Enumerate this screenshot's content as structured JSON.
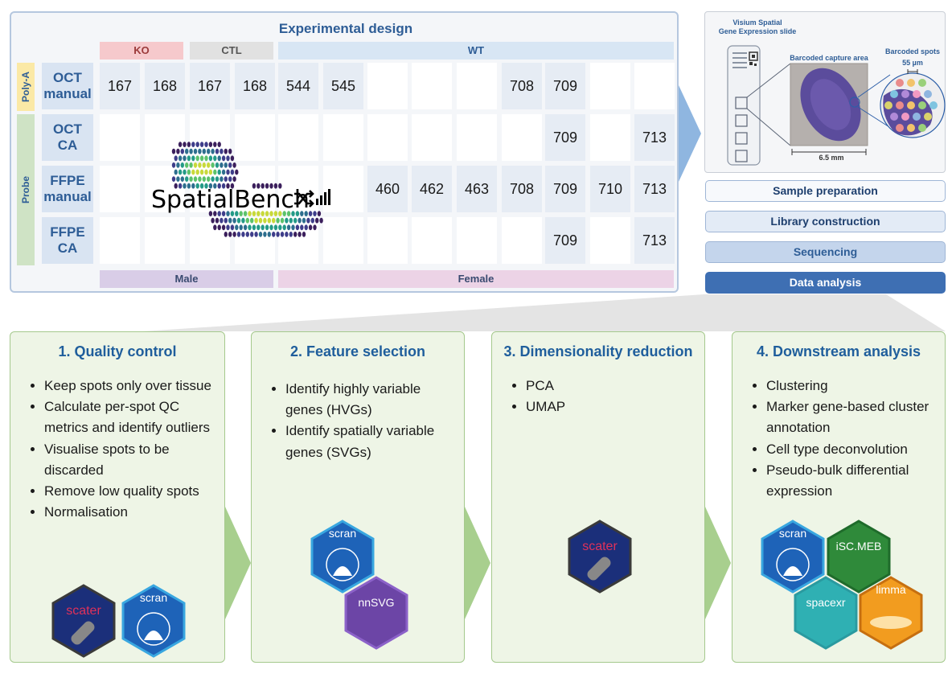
{
  "design": {
    "title": "Experimental design",
    "groups": {
      "ko": "KO",
      "ctl": "CTL",
      "wt": "WT"
    },
    "side": {
      "polya": "Poly-A",
      "probe": "Probe"
    },
    "rows": [
      {
        "label1": "OCT",
        "label2": "manual",
        "cells": [
          "167",
          "168",
          "167",
          "168",
          "544",
          "545",
          "",
          "",
          "",
          "708",
          "709",
          "",
          ""
        ]
      },
      {
        "label1": "OCT",
        "label2": "CA",
        "cells": [
          "",
          "",
          "",
          "",
          "",
          "",
          "",
          "",
          "",
          "",
          "709",
          "",
          "713"
        ]
      },
      {
        "label1": "FFPE",
        "label2": "manual",
        "cells": [
          "",
          "",
          "",
          "",
          "",
          "",
          "460",
          "462",
          "463",
          "708",
          "709",
          "710",
          "713"
        ]
      },
      {
        "label1": "FFPE",
        "label2": "CA",
        "cells": [
          "",
          "",
          "",
          "",
          "",
          "",
          "",
          "",
          "",
          "",
          "709",
          "",
          "713"
        ]
      }
    ],
    "footer": {
      "male": "Male",
      "female": "Female"
    },
    "logo_text": "SpatialBench"
  },
  "visium": {
    "slide_label1": "Visium Spatial",
    "slide_label2": "Gene Expression slide",
    "capture_label": "Barcoded capture area",
    "spots_label": "Barcoded spots",
    "spot_size": "55 µm",
    "area_size": "6.5 mm"
  },
  "steps": [
    "Sample preparation",
    "Library construction",
    "Sequencing",
    "Data analysis"
  ],
  "cards": [
    {
      "title": "1.  Quality control",
      "items": [
        "Keep spots only over tissue",
        "Calculate per-spot QC metrics and identify outliers",
        "Visualise spots to be discarded",
        "Remove low quality spots",
        "Normalisation"
      ],
      "logos": [
        "scater",
        "scran"
      ]
    },
    {
      "title": "2. Feature selection",
      "items": [
        "Identify highly variable genes (HVGs)",
        "Identify spatially variable genes (SVGs)"
      ],
      "logos": [
        "scran",
        "nnSVG"
      ]
    },
    {
      "title": "3. Dimensionality reduction",
      "items": [
        "PCA",
        "UMAP"
      ],
      "logos": [
        "scater"
      ]
    },
    {
      "title": "4. Downstream analysis",
      "items": [
        "Clustering",
        "Marker gene-based cluster annotation",
        "Cell type deconvolution",
        "Pseudo-bulk differential expression"
      ],
      "logos": [
        "scran",
        "iSC.MEB",
        "spacexr",
        "limma"
      ]
    }
  ],
  "colors": {
    "ko": "#f6c9cc",
    "ctl": "#e1e1e1",
    "wt": "#d8e6f4",
    "male": "#d9cde7",
    "female": "#ecd3e6",
    "title_blue": "#2e5d96",
    "card_green": "#eef5e6",
    "arrow_green": "#a8cf8e"
  }
}
